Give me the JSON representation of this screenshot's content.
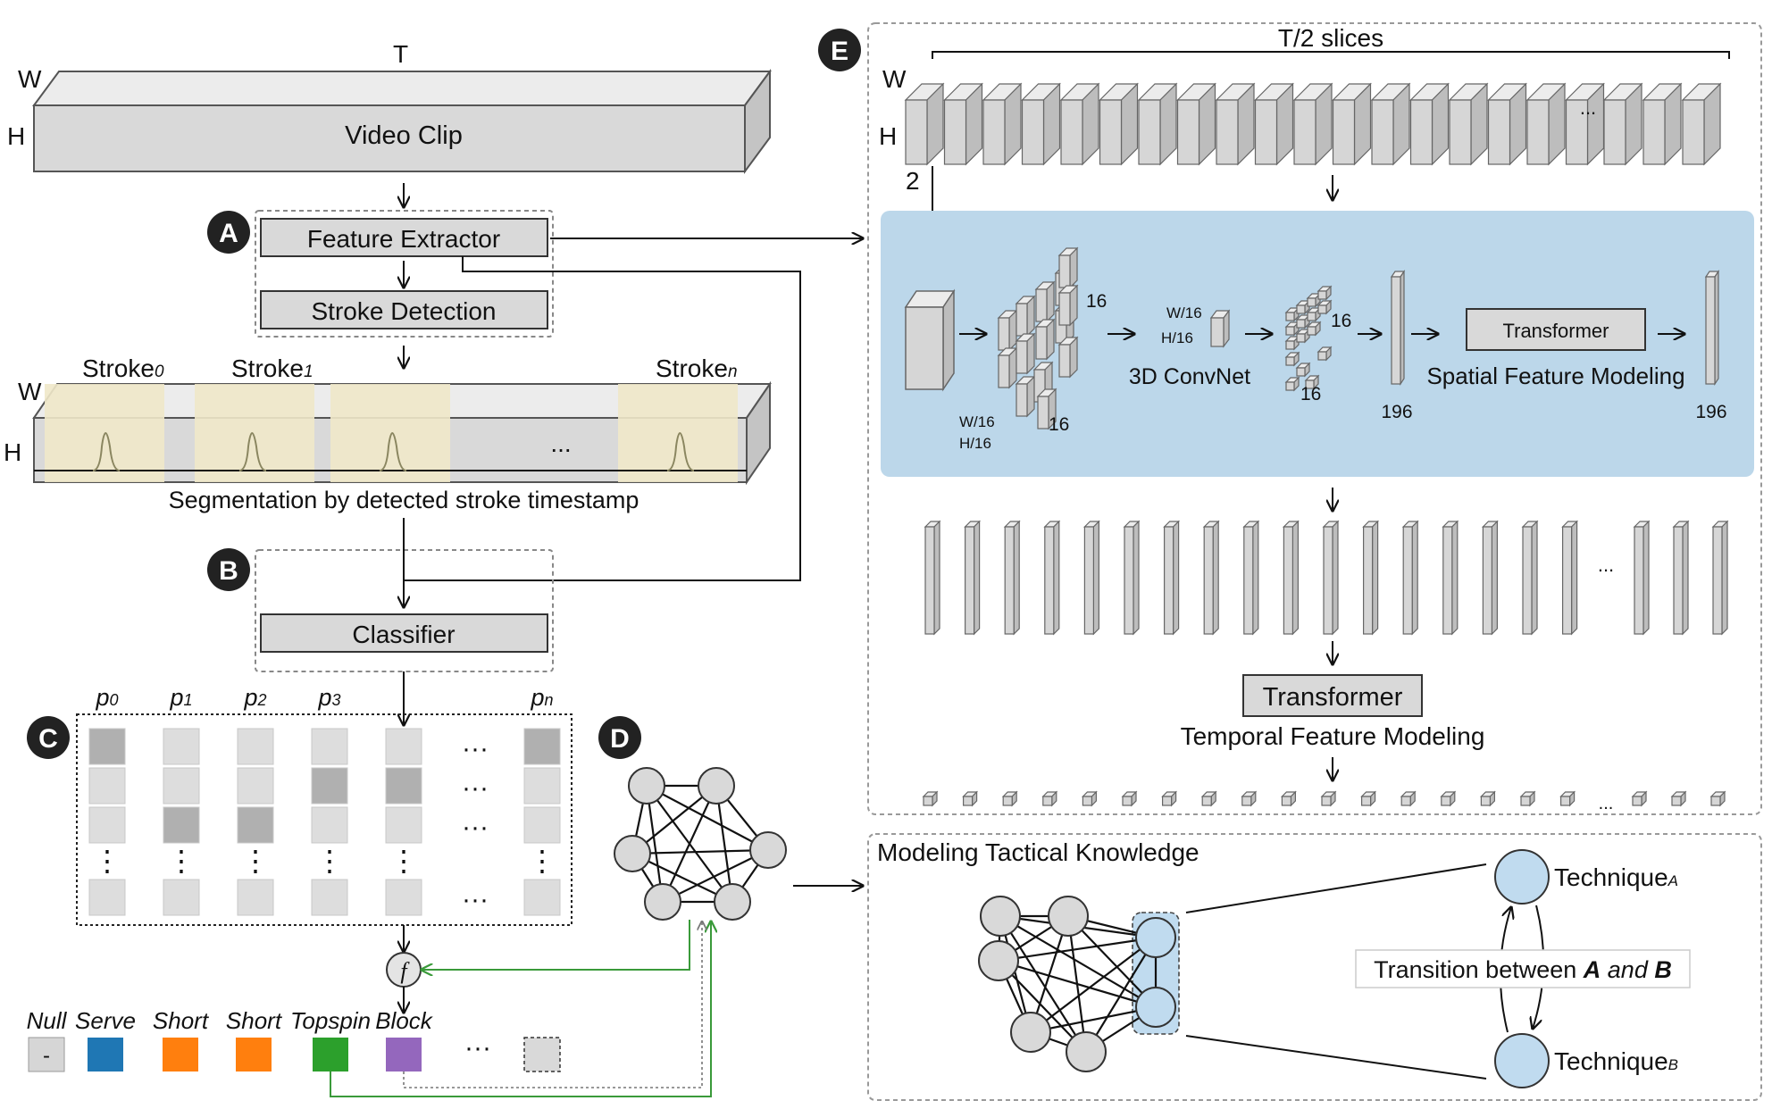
{
  "video": {
    "width_label": "W",
    "time_label": "T",
    "height_label": "H",
    "title": "Video Clip"
  },
  "panel_a": {
    "badge": "A",
    "feature_extractor": "Feature Extractor",
    "stroke_detection": "Stroke Detection"
  },
  "strokes": {
    "width_label": "W",
    "height_label": "H",
    "labels": [
      {
        "base": "Stroke",
        "sub": "0"
      },
      {
        "base": "Stroke",
        "sub": "1"
      },
      {
        "base": "Stroke",
        "sub": "n"
      }
    ],
    "ellipsis": "...",
    "caption": "Segmentation by detected stroke timestamp"
  },
  "panel_b": {
    "badge": "B",
    "classifier": "Classifier"
  },
  "panel_c": {
    "badge": "C",
    "prob_labels": [
      {
        "base": "p",
        "sub": "0"
      },
      {
        "base": "p",
        "sub": "1"
      },
      {
        "base": "p",
        "sub": "2"
      },
      {
        "base": "p",
        "sub": "3"
      },
      {
        "base": "p",
        "sub": "n"
      }
    ],
    "ellipsis": "···",
    "vdots": "⋮"
  },
  "panel_d": {
    "badge": "D",
    "fusion_symbol": "f"
  },
  "legend": {
    "items": [
      {
        "label": "Null",
        "symbol": "-",
        "color": "#d6d6d6"
      },
      {
        "label": "Serve",
        "symbol": "",
        "color": "#1f77b4"
      },
      {
        "label": "Short",
        "symbol": "",
        "color": "#ff7f0e"
      },
      {
        "label": "Short",
        "symbol": "",
        "color": "#ff7f0e"
      },
      {
        "label": "Topspin",
        "symbol": "",
        "color": "#2ca02c"
      },
      {
        "label": "Block",
        "symbol": "",
        "color": "#9467bd"
      }
    ],
    "ellipsis": "···"
  },
  "panel_e": {
    "badge": "E",
    "slices_label": "T/2 slices",
    "width_label": "W",
    "height_label": "H",
    "ellipsis": "...",
    "stride_label": "2",
    "dim_w16": "W/16",
    "dim_h16": "H/16",
    "n16": "16",
    "convnet": "3D ConvNet",
    "transformer_small": "Transformer",
    "spatial": "Spatial Feature Modeling",
    "n196": "196",
    "transformer_big": "Transformer",
    "temporal": "Temporal Feature Modeling"
  },
  "tactical": {
    "title": "Modeling Tactical Knowledge",
    "technique_a": {
      "base": "Technique",
      "sub": "A"
    },
    "technique_b": {
      "base": "Technique",
      "sub": "B"
    },
    "transition": {
      "prefix": "Transition between ",
      "a": "A",
      "and": " and ",
      "b": "B"
    }
  },
  "colors": {
    "box_fill": "#d9d9d9",
    "blue_panel": "#bcd7ea",
    "stroke_highlight": "#efe8c9",
    "node_blue": "#c0dbef",
    "green_arrow": "#3a9a3a",
    "badge": "#222222",
    "dark_cell": "#b0b0b0",
    "light_cell": "#dddddd"
  }
}
